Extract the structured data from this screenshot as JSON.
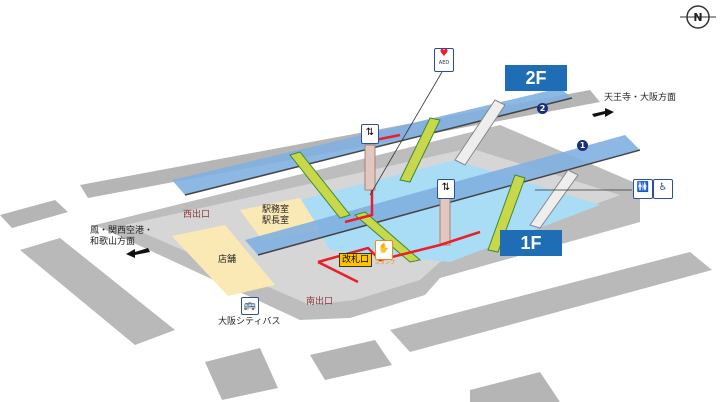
{
  "floors": {
    "upper": "2F",
    "lower": "1F"
  },
  "platforms": [
    "2",
    "1"
  ],
  "directions": {
    "east": "天王寺・大阪方面",
    "west": [
      "鳳・関西空港・",
      "和歌山方面"
    ]
  },
  "facilities": {
    "station_office": [
      "駅務室",
      "駅長室"
    ],
    "shop": "店舗",
    "ticket_gate": "改札口",
    "west_exit": "西出口",
    "south_exit": "南出口",
    "bus": "大阪シティバス",
    "aed": "AED",
    "stamp": "スタンプ"
  },
  "icons": [
    "compass-north-icon",
    "aed-icon",
    "elevator-icon",
    "toilet-icon",
    "wheelchair-icon",
    "bus-icon",
    "stamp-icon"
  ],
  "colors": {
    "platform_blue": "#7fb0e0",
    "concourse_gray": "#cfcfcf",
    "floor_badge": "#1f6db5",
    "route_red": "#e8202a",
    "shop_yellow": "#fbe9b5"
  }
}
